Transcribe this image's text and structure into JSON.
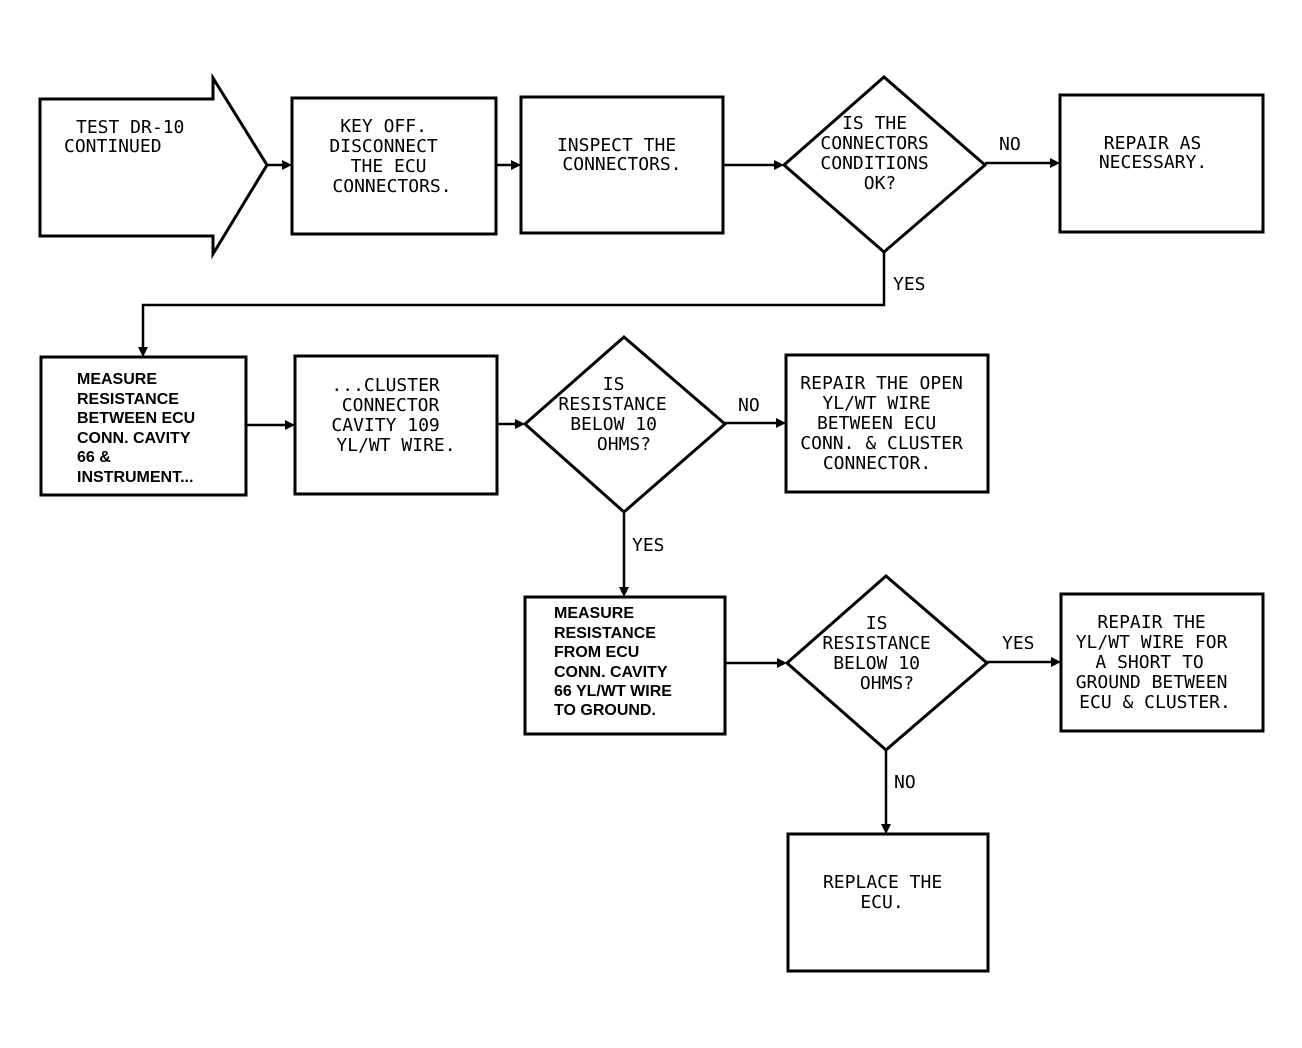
{
  "nodes": {
    "start": {
      "lines": [
        "TEST DR-10",
        "CONTINUED"
      ]
    },
    "key_off": {
      "lines": [
        "KEY OFF.",
        "DISCONNECT",
        "THE ECU",
        "CONNECTORS."
      ]
    },
    "inspect": {
      "lines": [
        "INSPECT THE",
        "CONNECTORS."
      ]
    },
    "decision_connectors": {
      "lines": [
        "IS THE",
        "CONNECTORS",
        "CONDITIONS",
        "OK?"
      ]
    },
    "repair_as_necessary": {
      "lines": [
        "REPAIR AS",
        "NECESSARY."
      ]
    },
    "measure_between": {
      "lines": [
        "MEASURE",
        "RESISTANCE",
        "BETWEEN ECU",
        "CONN. CAVITY",
        "66 &",
        "INSTRUMENT..."
      ]
    },
    "cluster_connector": {
      "lines": [
        "...CLUSTER",
        "CONNECTOR",
        "CAVITY 109",
        "YL/WT WIRE."
      ]
    },
    "decision_resistance_1": {
      "lines": [
        "IS",
        "RESISTANCE",
        "BELOW 10",
        "OHMS?"
      ]
    },
    "repair_open": {
      "lines": [
        "REPAIR THE OPEN",
        "YL/WT WIRE",
        "BETWEEN ECU",
        "CONN. & CLUSTER",
        "CONNECTOR."
      ]
    },
    "measure_to_ground": {
      "lines": [
        "MEASURE",
        "RESISTANCE",
        "FROM ECU",
        "CONN. CAVITY",
        "66 YL/WT WIRE",
        "TO GROUND."
      ]
    },
    "decision_resistance_2": {
      "lines": [
        "IS",
        "RESISTANCE",
        "BELOW 10",
        "OHMS?"
      ]
    },
    "repair_short": {
      "lines": [
        "REPAIR THE",
        "YL/WT WIRE FOR",
        "A SHORT TO",
        "GROUND BETWEEN",
        "ECU & CLUSTER."
      ]
    },
    "replace_ecu": {
      "lines": [
        "REPLACE THE",
        "ECU."
      ]
    }
  },
  "edge_labels": {
    "connectors_no": "NO",
    "connectors_yes": "YES",
    "resistance1_no": "NO",
    "resistance1_yes": "YES",
    "resistance2_yes": "YES",
    "resistance2_no": "NO"
  }
}
